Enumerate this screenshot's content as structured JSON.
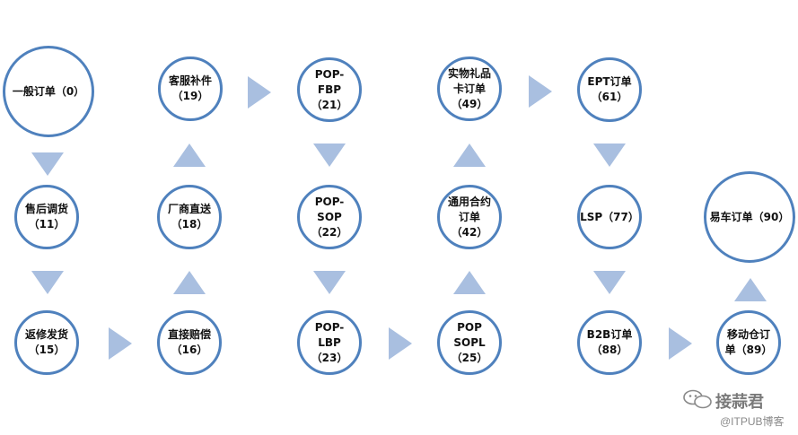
{
  "nodes": {
    "n0": [
      "一般订单（0）"
    ],
    "n19": [
      "客服补件",
      "（19）"
    ],
    "n21": [
      "POP-",
      "FBP",
      "（21）"
    ],
    "n49": [
      "实物礼品",
      "卡订单",
      "（49）"
    ],
    "n61": [
      "EPT订单",
      "（61）"
    ],
    "n11": [
      "售后调货",
      "（11）"
    ],
    "n18": [
      "厂商直送",
      "（18）"
    ],
    "n22": [
      "POP-",
      "SOP",
      "（22）"
    ],
    "n42": [
      "通用合约",
      "订单",
      "（42）"
    ],
    "n77": [
      "LSP（77）"
    ],
    "n90": [
      "易车订单（90）"
    ],
    "n15": [
      "返修发货",
      "（15）"
    ],
    "n16": [
      "直接赔偿",
      "（16）"
    ],
    "n23": [
      "POP-",
      "LBP",
      "（23）"
    ],
    "n25": [
      "POP",
      "SOPL",
      "（25）"
    ],
    "n88": [
      "B2B订单",
      "（88）"
    ],
    "n89": [
      "移动仓订",
      "单（89）"
    ]
  },
  "watermark": {
    "logo": "接蒜君",
    "sub": "@ITPUB博客"
  },
  "colors": {
    "circle_border": "#4f81bd",
    "arrow_fill": "#a9bfe0"
  }
}
